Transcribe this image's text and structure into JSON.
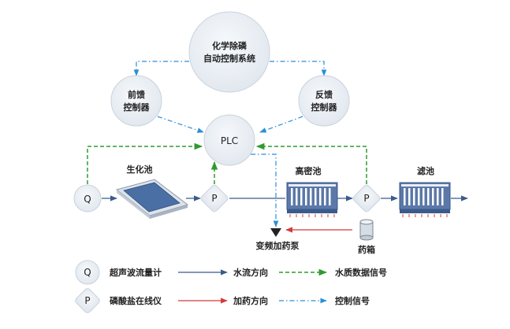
{
  "colors": {
    "water_flow": "#3a5b8c",
    "quality_signal": "#2e9b2e",
    "dosing": "#d23b3b",
    "control_signal": "#2a8fd6",
    "node_fill": "#e9eef4",
    "node_stroke": "#c9d2dc"
  },
  "nodes": {
    "system_line1": "化学除磷",
    "system_line2": "自动控制系统",
    "feedforward_line1": "前馈",
    "feedforward_line2": "控制器",
    "feedback_line1": "反馈",
    "feedback_line2": "控制器",
    "plc": "PLC",
    "q": "Q",
    "p_left": "P",
    "p_right": "P"
  },
  "process": {
    "bio_tank": "生化池",
    "high_density_tank": "高密池",
    "filter_tank": "滤池",
    "pump": "变频加药泵",
    "chem_tank": "药箱"
  },
  "legend": {
    "q_symbol": "Q",
    "q_label": "超声波流量计",
    "p_symbol": "P",
    "p_label": "磷酸盐在线仪",
    "water_flow": "水流方向",
    "quality_signal": "水质数据信号",
    "dosing": "加药方向",
    "control_signal": "控制信号"
  }
}
